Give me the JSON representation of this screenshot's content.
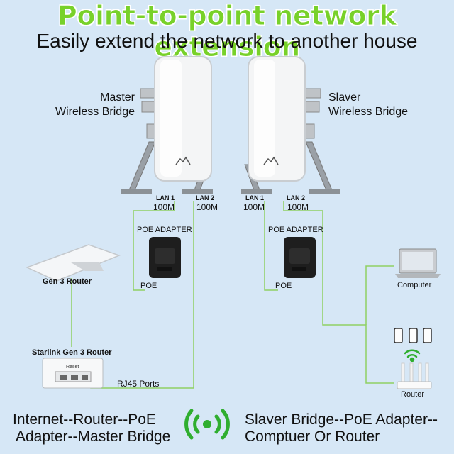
{
  "header": {
    "title": "Point-to-point network extension",
    "subtitle": "Easily extend the network to another house"
  },
  "master": {
    "label_line1": "Master",
    "label_line2": "Wireless Bridge",
    "lan1": "LAN 1",
    "lan1_speed": "100M",
    "lan2": "LAN 2",
    "lan2_speed": "100M",
    "poe_adapter": "POE ADAPTER",
    "poe": "POE"
  },
  "slaver": {
    "label_line1": "Slaver",
    "label_line2": "Wireless Bridge",
    "lan1": "LAN 1",
    "lan1_speed": "100M",
    "lan2": "LAN 2",
    "lan2_speed": "100M",
    "poe_adapter": "POE ADAPTER",
    "poe": "POE"
  },
  "devices": {
    "gen3_router": "Gen 3 Router",
    "starlink_router": "Starlink Gen 3 Router",
    "reset": "Reset",
    "rj45_ports": "RJ45 Ports",
    "computer": "Computer",
    "router": "Router"
  },
  "footer": {
    "left_line1": "Internet--Router--PoE",
    "left_line2": "Adapter--Master Bridge",
    "right_line1": "Slaver Bridge--PoE Adapter--",
    "right_line2": "Comptuer Or Router"
  },
  "colors": {
    "background": "#d6e7f6",
    "title_green": "#78d12a",
    "wire_green": "#8fd163",
    "wifi_green": "#2fae2f"
  }
}
